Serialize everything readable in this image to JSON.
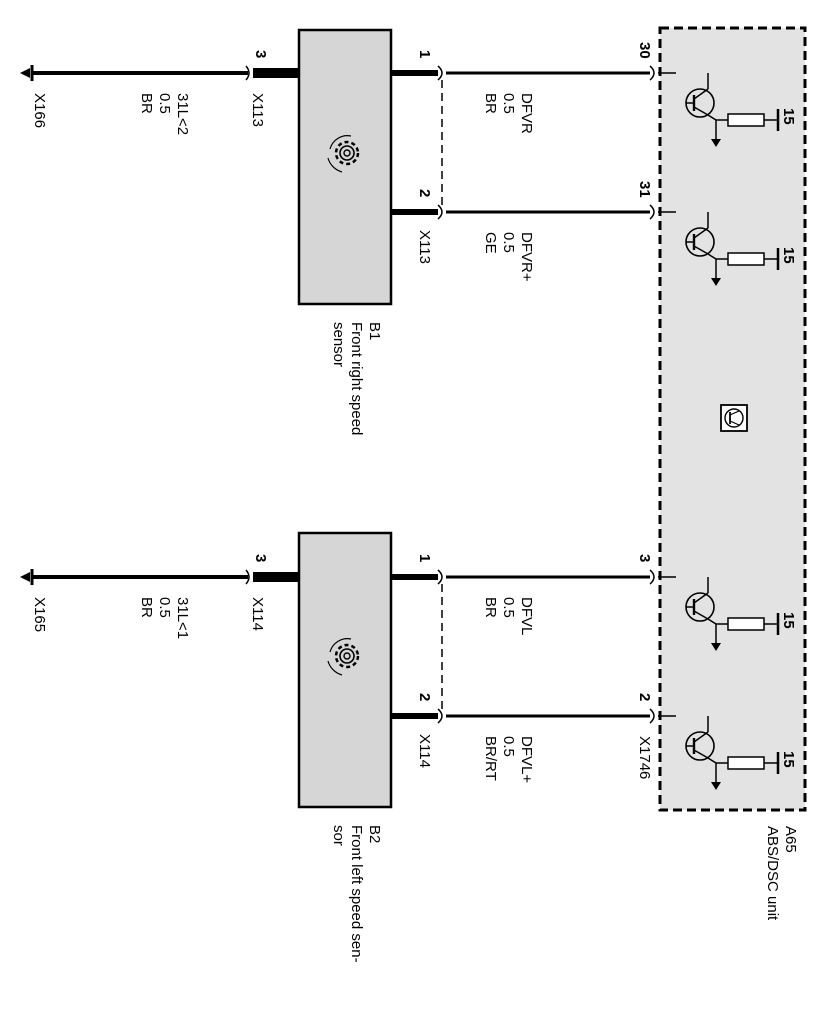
{
  "colors": {
    "unit_fill": "#e3e3e3",
    "sensor_fill": "#d6d6d6",
    "line": "#000000"
  },
  "unit": {
    "id": "A65",
    "name": "ABS/DSC unit",
    "pins": [
      "30",
      "31",
      "3",
      "2"
    ],
    "supply": "15",
    "connector_bottom": "X1746",
    "center_icon": "transistor-box-icon"
  },
  "sensor_right": {
    "id": "B1",
    "name_line1": "Front right speed",
    "name_line2": "sensor",
    "pin_top": "3",
    "pin_a": "1",
    "pin_b": "2",
    "conn_top": "X113",
    "conn_b": "X113",
    "icon": "gear-icon"
  },
  "sensor_left": {
    "id": "B2",
    "name_line1": "Front left speed sen-",
    "name_line2": "sor",
    "pin_top": "3",
    "pin_a": "1",
    "pin_b": "2",
    "conn_top": "X114",
    "conn_b": "X114",
    "icon": "gear-icon"
  },
  "wires": {
    "w1": {
      "name": "DFVR",
      "size": "0.5",
      "color": "BR"
    },
    "w2": {
      "name": "DFVR+",
      "size": "0.5",
      "color": "GE"
    },
    "w3": {
      "name": "DFVL",
      "size": "0.5",
      "color": "BR"
    },
    "w4": {
      "name": "DFVL+",
      "size": "0.5",
      "color": "BR/RT"
    },
    "g1": {
      "name": "31L<2",
      "size": "0.5",
      "color": "BR"
    },
    "g2": {
      "name": "31L<1",
      "size": "0.5",
      "color": "BR"
    }
  },
  "grounds": {
    "g1": "X166",
    "g2": "X165"
  }
}
